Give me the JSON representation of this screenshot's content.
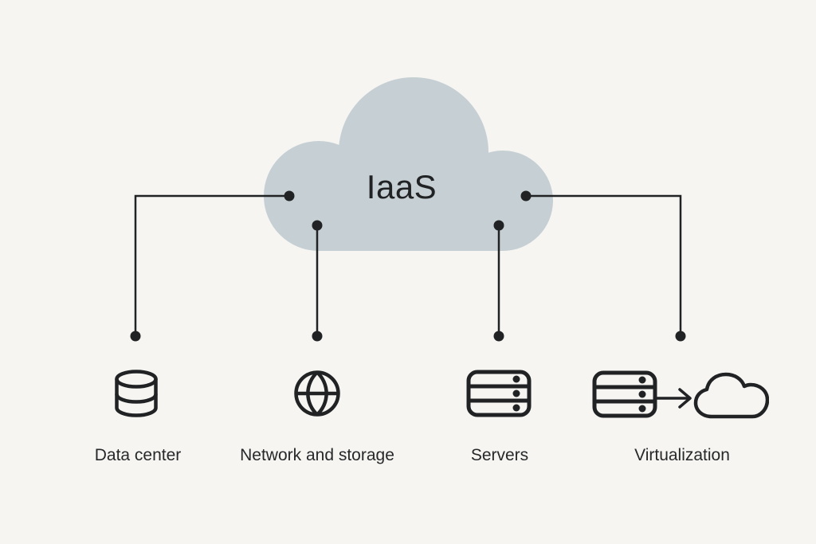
{
  "title": "IaaS",
  "colors": {
    "background": "#f6f5f2",
    "cloud_fill": "#c6d0d4",
    "ink": "#202224",
    "label_text": "#27282a"
  },
  "nodes": [
    {
      "label": "Data center",
      "icon": "database-icon"
    },
    {
      "label": "Network and storage",
      "icon": "globe-icon"
    },
    {
      "label": "Servers",
      "icon": "server-stack-icon"
    },
    {
      "label": "Virtualization",
      "icon": "server-to-cloud-icon"
    }
  ]
}
